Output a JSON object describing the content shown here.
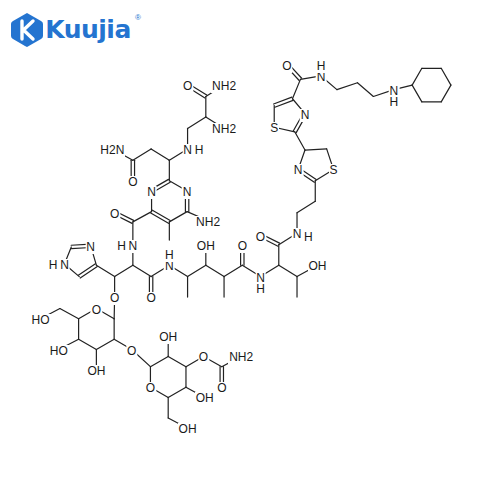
{
  "diagram": {
    "labels": [
      "Kuujia",
      "NH2",
      "O",
      "NH2",
      "N",
      "H",
      "O",
      "H2N",
      "N",
      "N",
      "NH2",
      "O",
      "N",
      "H",
      "N",
      "N",
      "H",
      "O",
      "O",
      "N",
      "H",
      "OH",
      "O",
      "N",
      "H",
      "OH",
      "O",
      "N",
      "H",
      "N",
      "S",
      "N",
      "S",
      "O",
      "N",
      "H",
      "N",
      "H",
      "O",
      "O",
      "OH",
      "HO",
      "HO",
      "O",
      "OH",
      "O",
      "O",
      "NH2",
      "OH",
      "OH",
      "®"
    ]
  }
}
